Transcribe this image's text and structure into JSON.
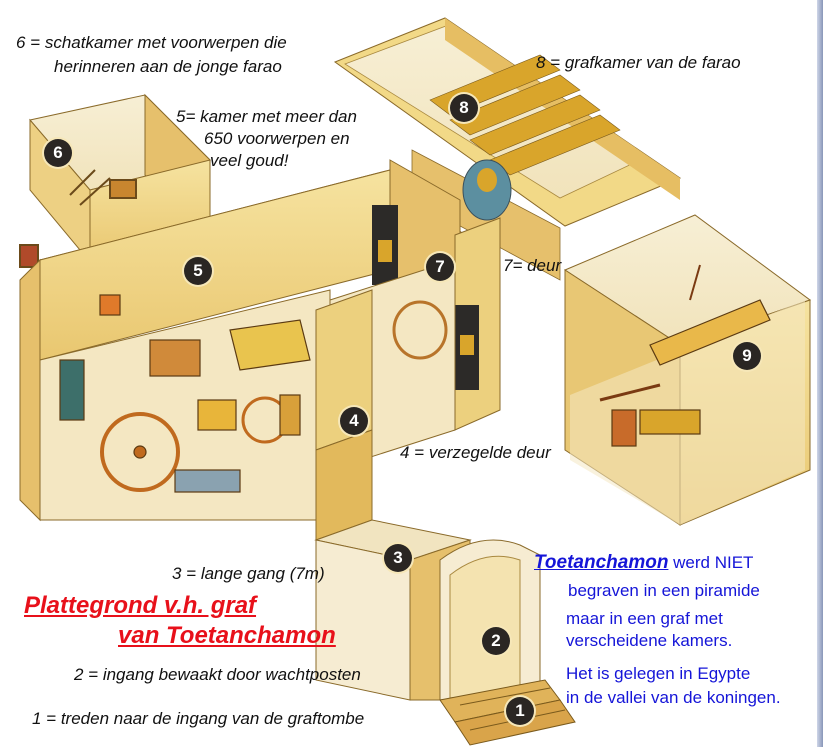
{
  "labels": {
    "l6_line1": "6 = schatkamer met voorwerpen die",
    "l6_line2": "herinneren aan de jonge farao",
    "l8": "8 = grafkamer van de farao",
    "l5_line1": "5= kamer met meer dan",
    "l5_line2": "650 voorwerpen  en",
    "l5_line3": "veel goud!",
    "l7": "7= deur",
    "l4": "4 = verzegelde deur",
    "l3": "3 = lange gang (7m)",
    "l2": "2 = ingang bewaakt door wachtposten",
    "l1": "1 = treden naar de ingang van de graftombe"
  },
  "title": {
    "line1": "Plattegrond v.h. graf",
    "line2": "van Toetanchamon"
  },
  "info": {
    "name": "Toetanchamon",
    "line1_rest": " werd NIET",
    "line2": "begraven in een piramide",
    "line3": "maar in een graf met",
    "line4": "verscheidene kamers.",
    "line5": "Het is gelegen in Egypte",
    "line6": "in de vallei van de koningen."
  },
  "markers": [
    "1",
    "2",
    "3",
    "4",
    "5",
    "6",
    "7",
    "8",
    "9"
  ],
  "colors": {
    "title": "#e8101a",
    "info": "#1515d8",
    "wall_light": "#f4dd93",
    "wall_dark": "#e2b95c",
    "floor": "#f7edcf",
    "gold": "#d9a52b"
  }
}
